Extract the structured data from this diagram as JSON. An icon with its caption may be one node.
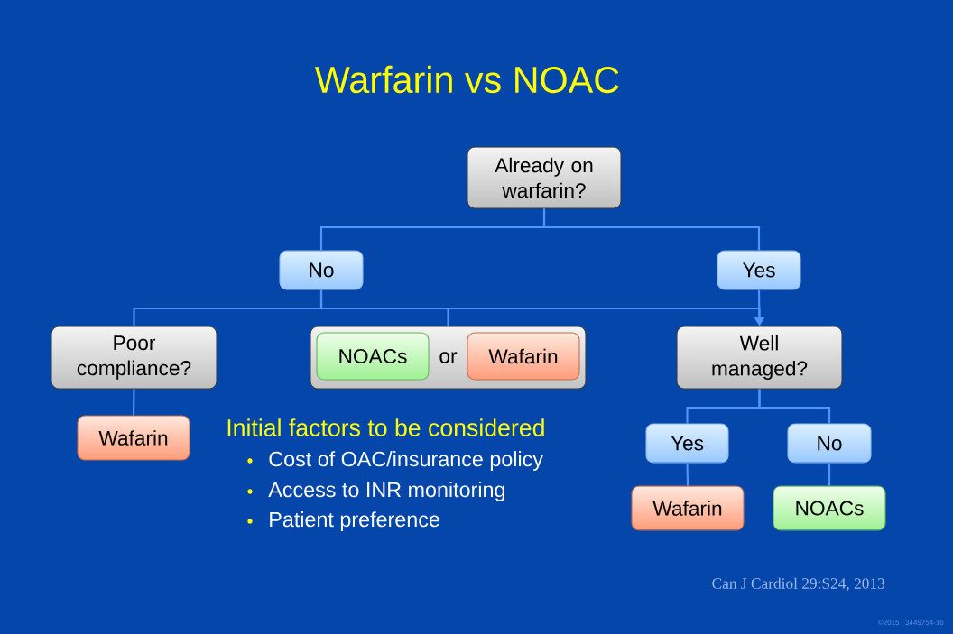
{
  "diagram": {
    "title": "Warfarin vs NOAC",
    "nodes": [
      {
        "text": [
          "Already on warfarin?"
        ]
      },
      {
        "text": [
          "No"
        ]
      },
      {
        "text": [
          "Yes"
        ]
      },
      {
        "text": [
          "Poor compliance?"
        ]
      },
      {
        "text": [
          "or"
        ]
      },
      {
        "text": [
          "NOACs"
        ],
        "in": 4
      },
      {
        "text": [
          "Wafarin"
        ],
        "in": 4
      },
      {
        "text": [
          "Well managed?"
        ]
      },
      {
        "text": [
          "Wafarin"
        ]
      },
      {
        "text": [
          "Yes"
        ]
      },
      {
        "text": [
          "No"
        ]
      },
      {
        "text": [
          "Wafarin"
        ]
      },
      {
        "text": [
          "NOACs"
        ]
      }
    ],
    "edges": [
      {
        "from": 0,
        "to": 1,
        "arrow": "none"
      },
      {
        "from": 0,
        "to": 2,
        "arrow": "none"
      },
      {
        "from": 1,
        "to": 3,
        "arrow": "none"
      },
      {
        "from": 1,
        "to": 4,
        "arrow": "none"
      },
      {
        "from": 1,
        "to": 7,
        "arrow": "to"
      },
      {
        "from": 2,
        "to": 7,
        "arrow": "to"
      },
      {
        "from": 3,
        "to": 8,
        "arrow": "none"
      },
      {
        "from": 7,
        "to": 9,
        "arrow": "none"
      },
      {
        "from": 7,
        "to": 10,
        "arrow": "none"
      },
      {
        "from": 9,
        "to": 11,
        "arrow": "none"
      },
      {
        "from": 10,
        "to": 12,
        "arrow": "none"
      }
    ],
    "labels": [
      "Initial factors to be considered",
      "Cost of OAC/insurance policy",
      "Access to INR monitoring",
      "Patient preference",
      "Can J Cardiol 29:S24, 2013",
      "©2015 | 3449754-16"
    ]
  }
}
